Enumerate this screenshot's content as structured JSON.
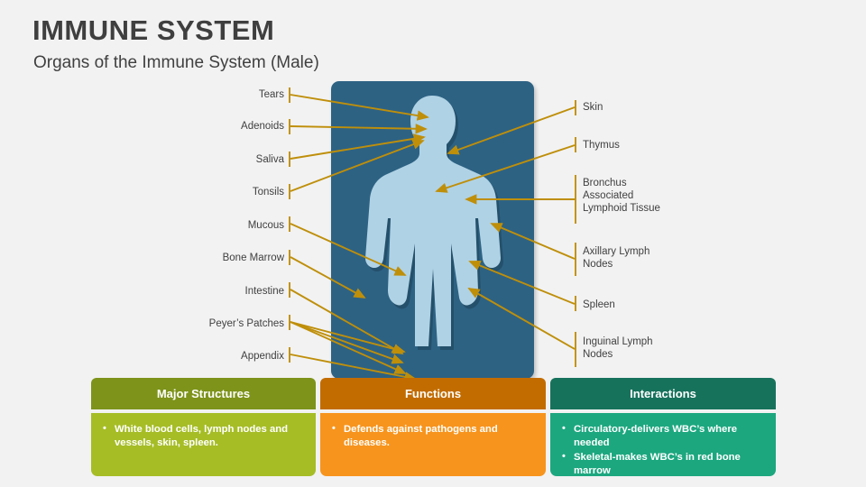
{
  "slide": {
    "title": "IMMUNE SYSTEM",
    "subtitle": "Organs of the Immune System (Male)",
    "background_color": "#f2f2f2",
    "title_color": "#3f3f3f"
  },
  "diagram": {
    "panel_color": "#2d6283",
    "figure_color": "#b0d2e5",
    "connector_color": "#bf8f0a",
    "figure_alt": "male-body-silhouette",
    "left_labels": [
      {
        "label": "Tears"
      },
      {
        "label": "Adenoids"
      },
      {
        "label": "Saliva"
      },
      {
        "label": "Tonsils"
      },
      {
        "label": "Mucous"
      },
      {
        "label": "Bone Marrow"
      },
      {
        "label": "Intestine"
      },
      {
        "label": "Peyer’s Patches"
      },
      {
        "label": "Appendix"
      }
    ],
    "right_labels": [
      {
        "label": "Skin"
      },
      {
        "label": "Thymus"
      },
      {
        "label": "Bronchus\nAssociated\nLymphoid Tissue"
      },
      {
        "label": "Axillary Lymph\nNodes"
      },
      {
        "label": "Spleen"
      },
      {
        "label": "Inguinal Lymph\nNodes"
      }
    ]
  },
  "table": {
    "columns": [
      {
        "header": "Major Structures",
        "header_color": "#7d931a",
        "body_color": "#a6bd26",
        "items": [
          "White blood cells, lymph nodes and vessels, skin, spleen."
        ]
      },
      {
        "header": "Functions",
        "header_color": "#c26c00",
        "body_color": "#f7941d",
        "items": [
          "Defends against pathogens and diseases."
        ]
      },
      {
        "header": "Interactions",
        "header_color": "#17725c",
        "body_color": "#1ca77f",
        "items": [
          "Circulatory-delivers WBC’s where needed",
          "Skeletal-makes WBC’s in red bone marrow"
        ]
      }
    ]
  }
}
